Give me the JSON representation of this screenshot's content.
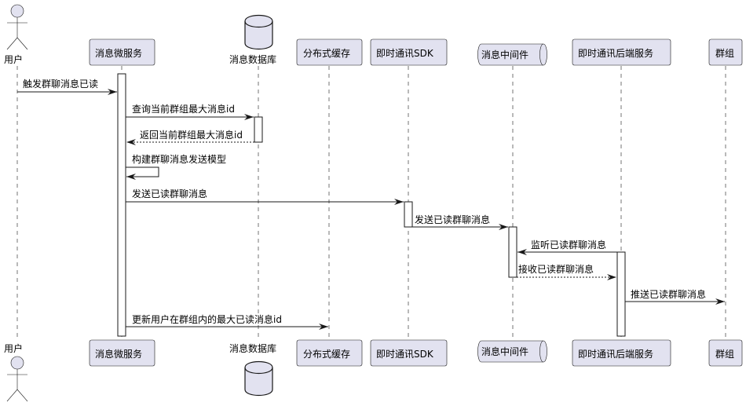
{
  "participants": [
    {
      "id": "user",
      "label": "用户",
      "kind": "actor"
    },
    {
      "id": "msgsvc",
      "label": "消息微服务",
      "kind": "participant"
    },
    {
      "id": "db",
      "label": "消息数据库",
      "kind": "database"
    },
    {
      "id": "cache",
      "label": "分布式缓存",
      "kind": "participant"
    },
    {
      "id": "sdk",
      "label": "即时通讯SDK",
      "kind": "participant"
    },
    {
      "id": "mq",
      "label": "消息中间件",
      "kind": "queue"
    },
    {
      "id": "imsvc",
      "label": "即时通讯后端服务",
      "kind": "participant"
    },
    {
      "id": "group",
      "label": "群组",
      "kind": "participant"
    }
  ],
  "messages": [
    {
      "from": "user",
      "to": "msgsvc",
      "label": "触发群聊消息已读",
      "style": "solid"
    },
    {
      "from": "msgsvc",
      "to": "db",
      "label": "查询当前群组最大消息id",
      "style": "solid"
    },
    {
      "from": "db",
      "to": "msgsvc",
      "label": "返回当前群组最大消息id",
      "style": "dashed"
    },
    {
      "from": "msgsvc",
      "to": "msgsvc",
      "label": "构建群聊消息发送模型",
      "style": "solid"
    },
    {
      "from": "msgsvc",
      "to": "sdk",
      "label": "发送已读群聊消息",
      "style": "solid"
    },
    {
      "from": "sdk",
      "to": "mq",
      "label": "发送已读群聊消息",
      "style": "solid"
    },
    {
      "from": "imsvc",
      "to": "mq",
      "label": "监听已读群聊消息",
      "style": "solid"
    },
    {
      "from": "mq",
      "to": "imsvc",
      "label": "接收已读群聊消息",
      "style": "dashed"
    },
    {
      "from": "imsvc",
      "to": "group",
      "label": "推送已读群聊消息",
      "style": "solid"
    },
    {
      "from": "msgsvc",
      "to": "cache",
      "label": "更新用户在群组内的最大已读消息id",
      "style": "solid"
    }
  ]
}
